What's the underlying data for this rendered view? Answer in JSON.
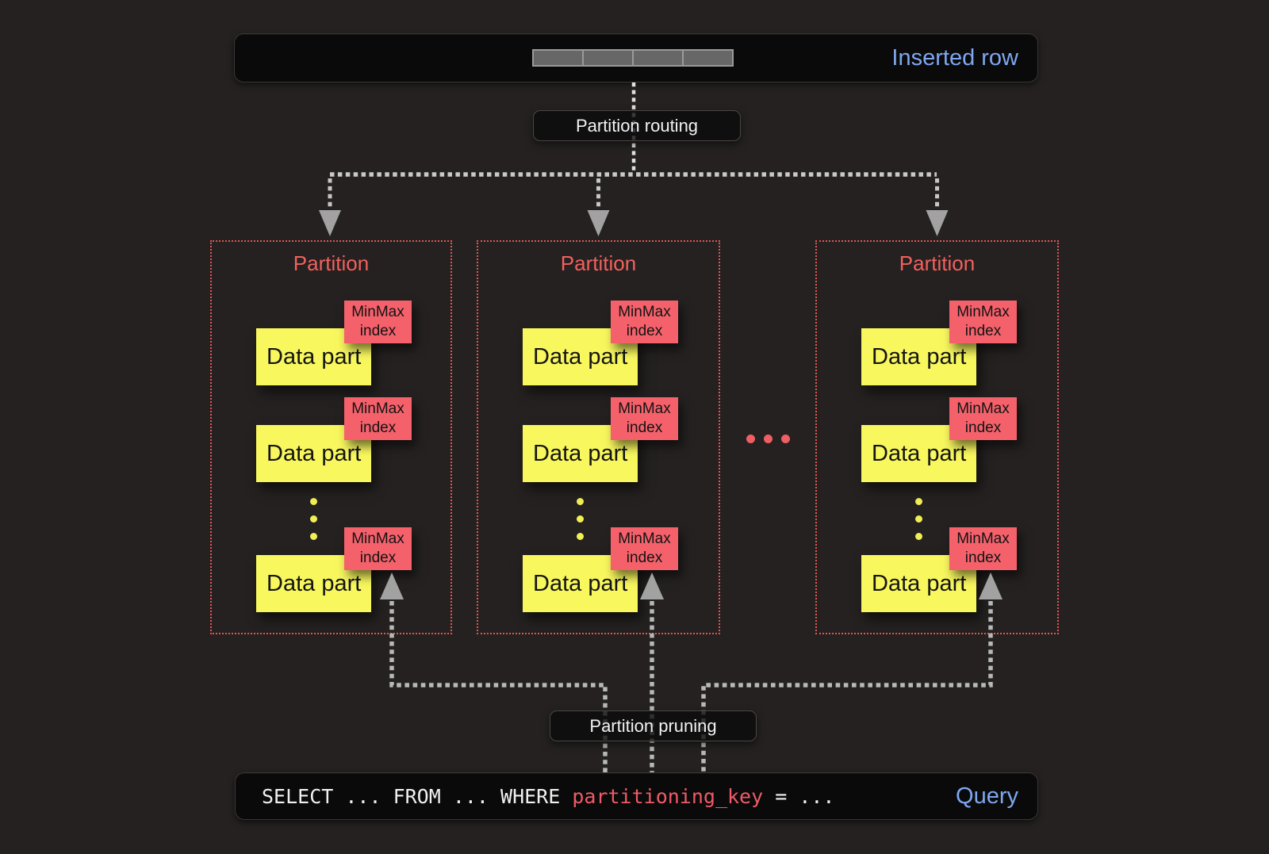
{
  "colors": {
    "background": "#242120",
    "panel_black": "#0a0a0a",
    "accent_blue": "#7fa7f0",
    "partition_red": "#e05656",
    "minmax_red": "#f4616b",
    "datapart_yellow": "#f8f75e",
    "connector_gray": "#b8b8b8",
    "sql_key_red": "#ef5b66"
  },
  "inserted_row": {
    "label": "Inserted row",
    "cell_count": 4
  },
  "steps": {
    "routing_label": "Partition routing",
    "pruning_label": "Partition pruning"
  },
  "labels": {
    "partition": "Partition",
    "data_part": "Data part",
    "minmax_index": "MinMax index"
  },
  "ellipsis": {
    "more_partitions_dots": 3,
    "more_data_parts_dots": 3
  },
  "query": {
    "sql_before": "SELECT ... FROM ... WHERE ",
    "sql_key": "partitioning_key",
    "sql_after": " = ...",
    "label": "Query"
  }
}
